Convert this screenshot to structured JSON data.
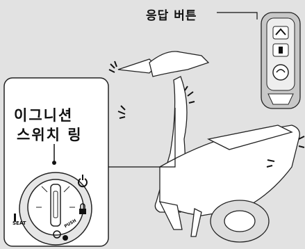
{
  "labels": {
    "response_button": "응답 버튼",
    "ignition_ring_line1": "이그니션",
    "ignition_ring_line2": "스위치 링"
  },
  "switch_markings": {
    "seat": "SEAT",
    "push": "PUSH"
  },
  "icons": [
    "power-icon",
    "lock-icon",
    "seat-icon",
    "off-icon",
    "alarm-icon",
    "answer-icon"
  ]
}
